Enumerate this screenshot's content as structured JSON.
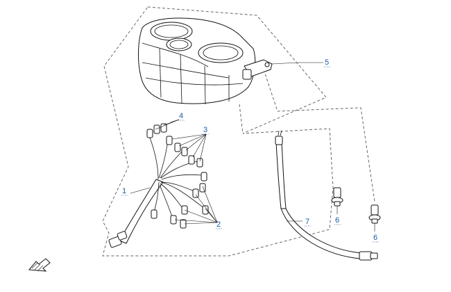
{
  "diagram": {
    "callouts": [
      {
        "id": "1",
        "label": "1"
      },
      {
        "id": "2",
        "label": "2"
      },
      {
        "id": "3",
        "label": "3"
      },
      {
        "id": "4",
        "label": "4"
      },
      {
        "id": "5",
        "label": "5"
      },
      {
        "id": "6a",
        "label": "6"
      },
      {
        "id": "6b",
        "label": "6"
      },
      {
        "id": "7",
        "label": "7"
      }
    ],
    "icons": [
      "front-direction-arrow-icon"
    ],
    "colors": {
      "callout": "#1a5aa6",
      "line": "#111111",
      "dashed_outline": "#666666"
    }
  }
}
